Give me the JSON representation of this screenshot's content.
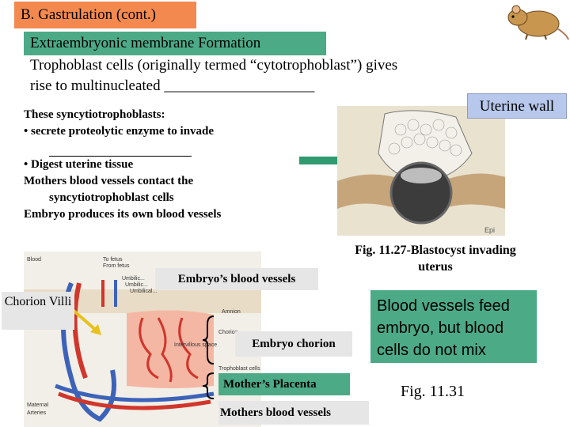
{
  "header": {
    "title": "B. Gastrulation (cont.)",
    "subtitle": "Extraembryonic membrane Formation"
  },
  "intro": {
    "line1": "Trophoblast cells (originally termed “cytotrophoblast”) gives",
    "line2": "rise to multinucleated ____________________"
  },
  "bullets": {
    "heading": "These syncytiotrophoblasts:",
    "item1": "•    secrete proteolytic enzyme to invade",
    "item2": "•    Digest uterine tissue",
    "line3": "Mothers blood vessels contact the",
    "line3b": "syncytiotrophoblast cells",
    "line4": "Embryo produces its own blood vessels"
  },
  "labels": {
    "uterine_wall": "Uterine wall",
    "fig_blastocyst": "Fig. 11.27-Blastocyst invading uterus",
    "embryo_vessels": "Embryo’s blood vessels",
    "chorion_villi": "Chorion Villi",
    "embryo_chorion": "Embryo chorion",
    "mother_placenta": "Mother’s Placenta",
    "mother_vessels": "Mothers blood vessels",
    "feed_note": "Blood vessels feed embryo, but blood cells do not mix",
    "fig_placenta": "Fig. 11.31"
  },
  "figure_text": {
    "blood": "Blood",
    "to_fetus": "To fetus",
    "from_fetus": "From fetus",
    "umbilical1": "Umbilic...",
    "umbilical2": "Umbilic...",
    "umbilical3": "Umbilical...",
    "arteries": "Arteries",
    "amnion": "Amnion",
    "chorion": "Chorion",
    "intervillous": "Intervillous space",
    "trophoblast": "Trophoblast cells",
    "maternal": "Maternal",
    "epi": "Epi"
  },
  "colors": {
    "orange": "#f4894f",
    "green": "#4caa86",
    "blue_label": "#b7c8ec",
    "arrow": "#2f9a70"
  }
}
